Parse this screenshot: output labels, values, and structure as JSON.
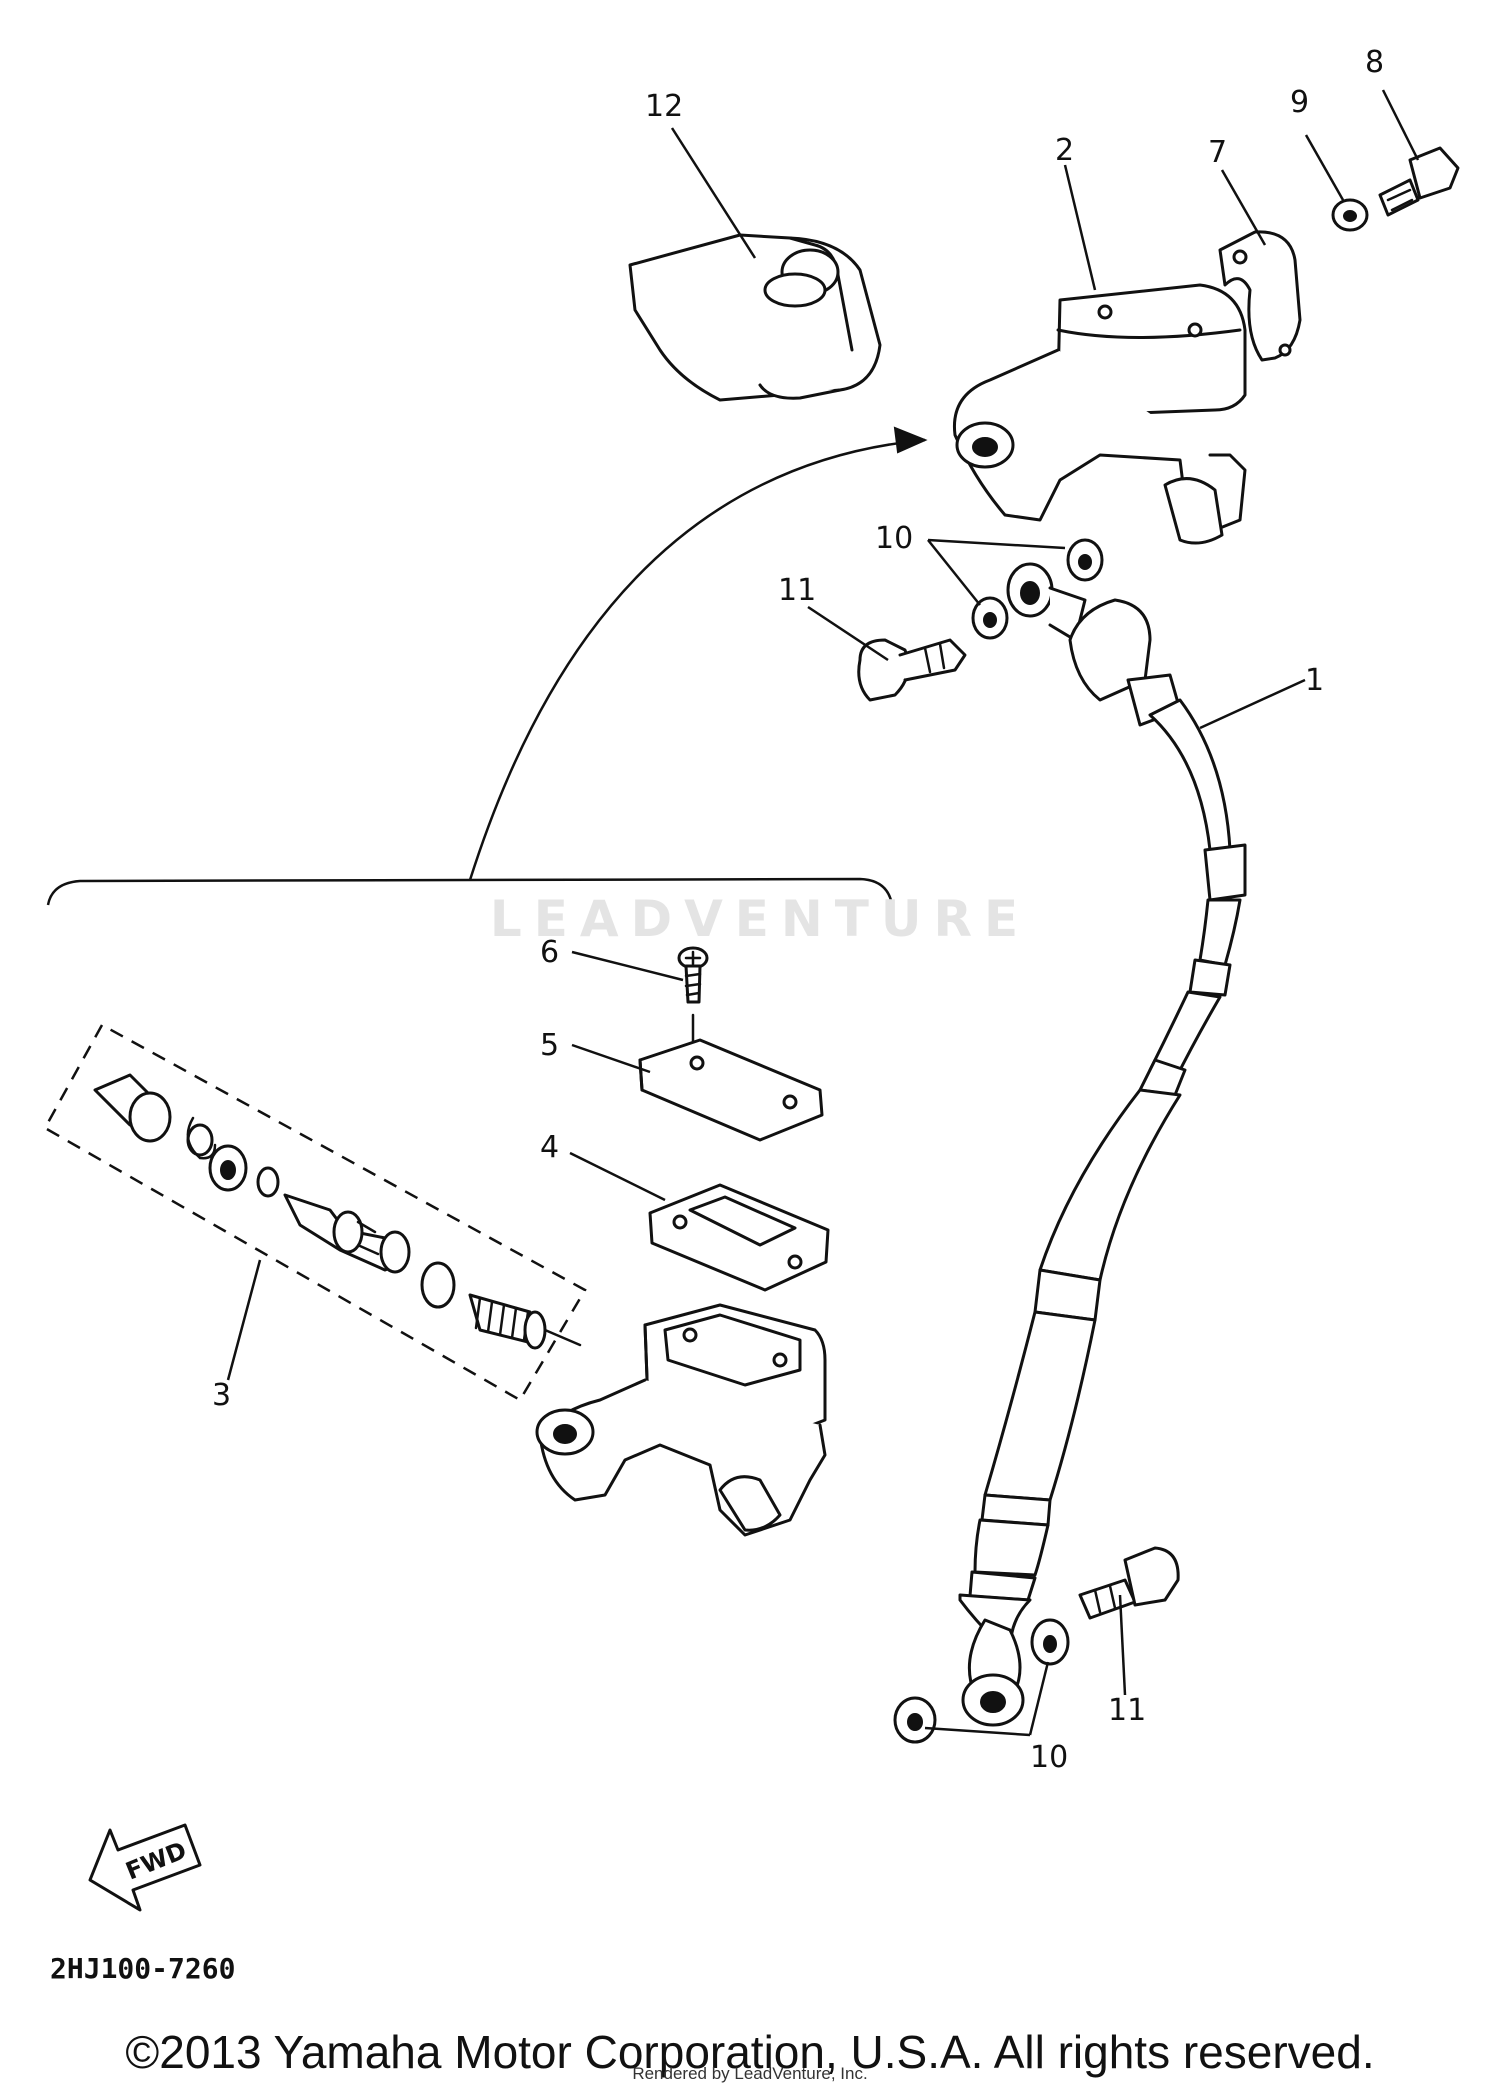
{
  "diagram": {
    "part_labels": {
      "p1": "1",
      "p2": "2",
      "p3": "3",
      "p4": "4",
      "p5": "5",
      "p6": "6",
      "p7": "7",
      "p8": "8",
      "p9": "9",
      "p10_top": "10",
      "p10_bottom": "10",
      "p11_top": "11",
      "p11_bottom": "11",
      "p12": "12"
    },
    "direction_arrow": "FWD",
    "diagram_code": "2HJ100-7260",
    "watermark": "LEADVENTURE"
  },
  "footer": {
    "copyright": "©2013 Yamaha Motor Corporation, U.S.A. All rights reserved.",
    "rendered_by": "Rendered by LeadVenture, Inc."
  }
}
